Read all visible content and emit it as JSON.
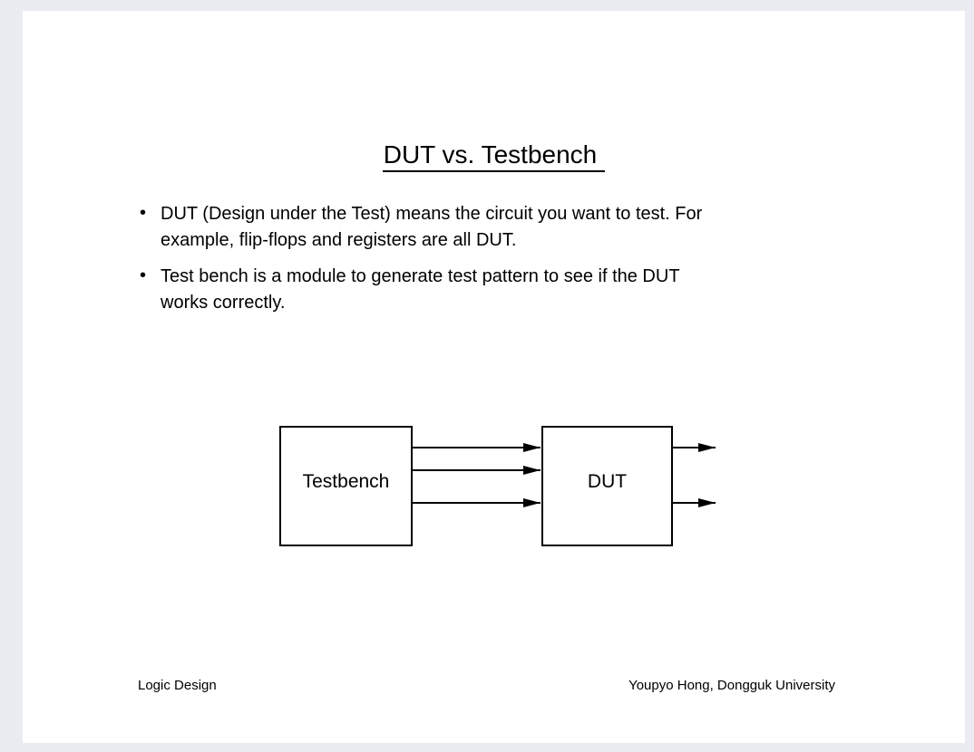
{
  "slide": {
    "title": "DUT vs. Testbench",
    "bullet_glyph": "•",
    "bullets": [
      {
        "lines": [
          "DUT (Design under the Test) means the circuit you want to test. For",
          "example, flip-flops and registers are all DUT."
        ]
      },
      {
        "lines": [
          "Test bench is a module to generate test pattern to see if the DUT",
          "works correctly."
        ]
      }
    ],
    "diagram": {
      "testbench_label": "Testbench",
      "dut_label": "DUT",
      "input_arrow_count": 3,
      "output_arrow_count": 2
    },
    "footer": {
      "left": "Logic Design",
      "right": "Youpyo Hong, Dongguk University"
    },
    "colors": {
      "page_background": "#eaecf1",
      "slide_background": "#ffffff",
      "text": "#000000",
      "line": "#000000"
    }
  }
}
